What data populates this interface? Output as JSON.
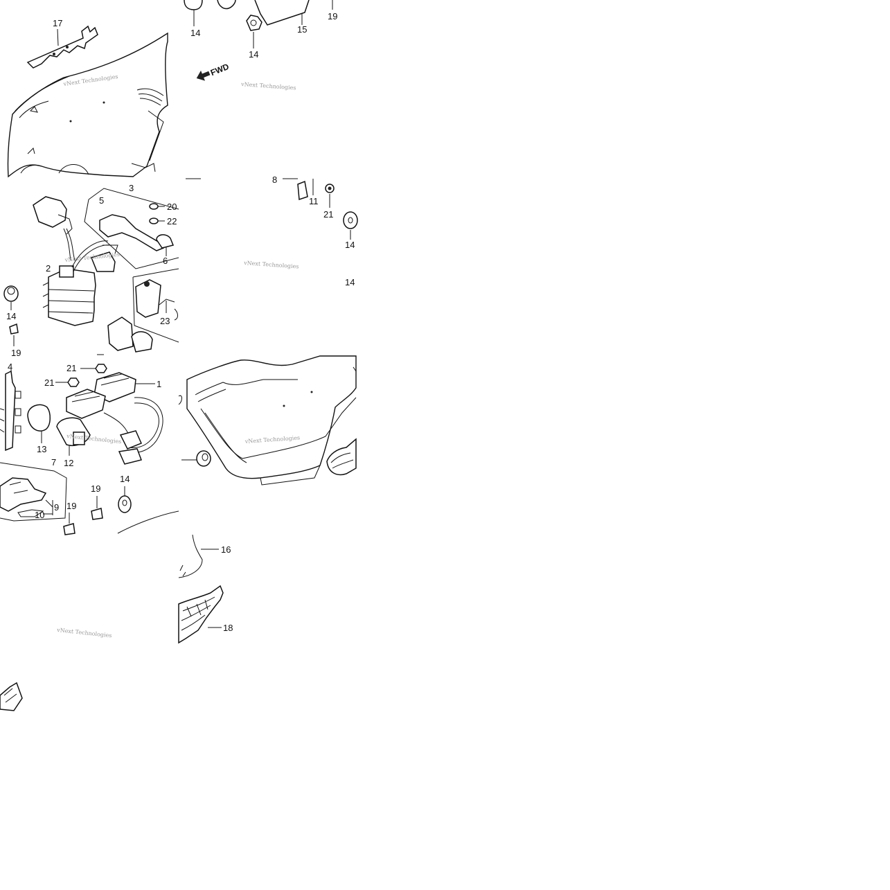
{
  "diagram": {
    "background": "#ffffff",
    "ink": "#111111",
    "watermark_color": "#9a9a9a",
    "watermark_text": "vNext Technologies",
    "fwd_label": "FWD",
    "callouts": {
      "c17": "17",
      "c14a": "14",
      "c15": "15",
      "c19a": "19",
      "c14b": "14",
      "c8": "8",
      "c11": "11",
      "c21a": "21",
      "c14c": "14",
      "c14d": "14",
      "c3": "3",
      "c5": "5",
      "c20": "20",
      "c22": "22",
      "c6": "6",
      "c2": "2",
      "c14e": "14",
      "c19b": "19",
      "c23": "23",
      "c4": "4",
      "c21b": "21",
      "c21c": "21",
      "c1": "1",
      "c13": "13",
      "c12": "12",
      "c7": "7",
      "c9": "9",
      "c10": "10",
      "c19c": "19",
      "c19d": "19",
      "c14f": "14",
      "c16": "16",
      "c18": "18"
    }
  }
}
